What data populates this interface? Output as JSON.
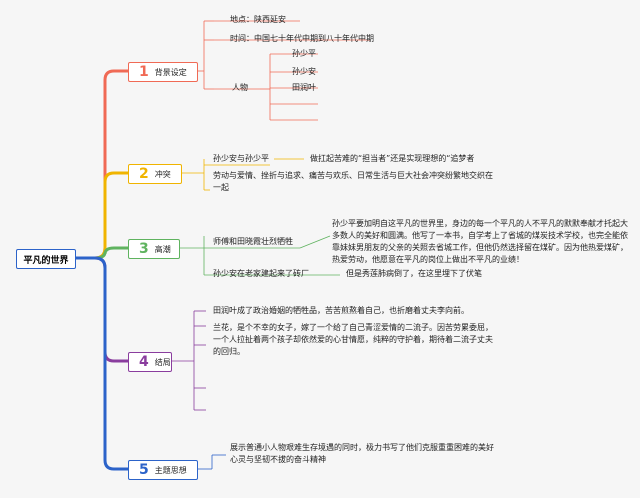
{
  "root": {
    "label": "平凡的世界"
  },
  "branches": [
    {
      "num": "1",
      "label": "背景设定",
      "color": "#f06a55",
      "details": {
        "place": "地点：陕西延安",
        "time": "时间：中国七十年代中期到八十年代中期",
        "people_label": "人物",
        "people": [
          "孙少平",
          "孙少安",
          "田润叶"
        ]
      }
    },
    {
      "num": "2",
      "label": "冲突",
      "color": "#f0b400",
      "details": {
        "a": "孙少安与孙少平",
        "a_sub": "做扛起苦难的“担当者”还是实现理想的“追梦者",
        "b": "劳动与爱情、挫折与追求、痛苦与欢乐、日常生活与巨大社会冲突纷繁地交织在一起"
      }
    },
    {
      "num": "3",
      "label": "高潮",
      "color": "#5fb35f",
      "details": {
        "a": "师傅和田晓霞壮烈牺牲",
        "a_sub": "孙少平要加明自这平凡的世界里，身边的每一个平凡的人不平凡的默默奉献才托起大多数人的美好和圆满。他写了一本书，自学考上了省城的煤炭技术学校，也完全能依靠妹妹男朋友的父亲的关照去省城工作，但他仍然选择留在煤矿。因为他热爱煤矿，热爱劳动，他愿意在平凡的岗位上做出不平凡的业绩！",
        "b": "孙少安在老家建起来了砖厂",
        "b_sub": "但是秀莲肺病倒了，在这里埋下了伏笔"
      }
    },
    {
      "num": "4",
      "label": "结局",
      "color": "#8a3d9e",
      "details": {
        "a": "田润叶成了政治婚姻的牺牲品，苦苦煎熬着自己，也折磨着丈夫李向前。",
        "b": "兰花，是个不幸的女子，嫁了一个给了自己青涩爱情的二流子。因苦劳累委屈，一个人拉扯着两个孩子却依然爱的心甘情愿，纯粹的守护着，期待着二流子丈夫的回归。"
      }
    },
    {
      "num": "5",
      "label": "主题思想",
      "color": "#2c63c9",
      "details": {
        "a": "展示普通小人物艰难生存境遇的同时，极力书写了他们克服重重困难的美好心灵与坚韧不拔的奋斗精神"
      }
    }
  ]
}
